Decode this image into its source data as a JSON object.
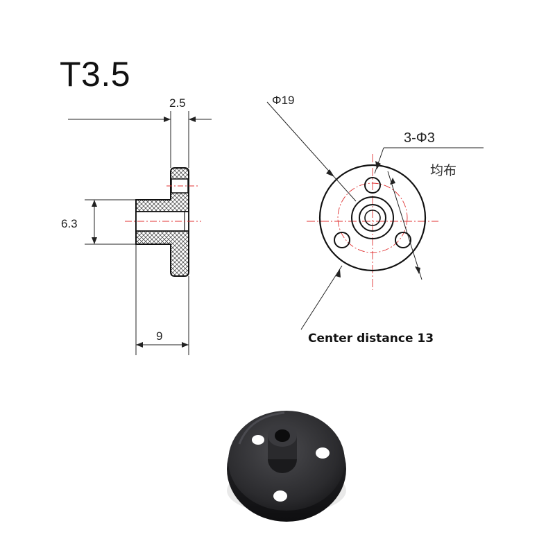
{
  "title": "T3.5",
  "side_view": {
    "dim_thickness": "2.5",
    "dim_bore": "6.3",
    "dim_length": "9"
  },
  "front_view": {
    "dim_diameter": "Φ19",
    "dim_holes": "3-Φ3",
    "dim_holes_note": "均布"
  },
  "caption": "Center distance 13",
  "colors": {
    "line": "#111111",
    "centerline": "#e03030",
    "part": "#2a2a2c"
  }
}
